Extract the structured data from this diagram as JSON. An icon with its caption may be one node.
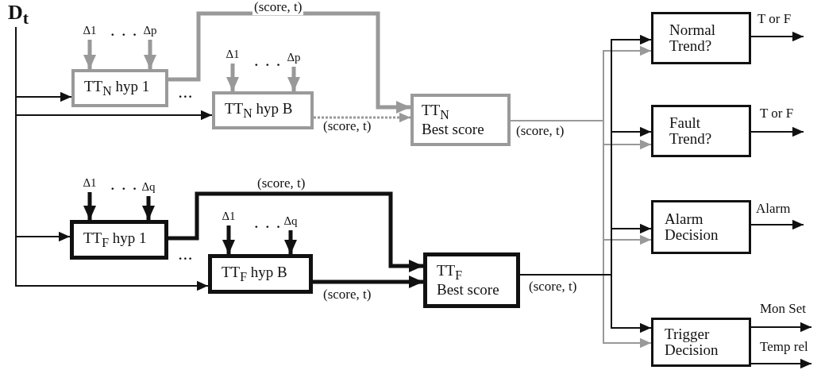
{
  "diagram": {
    "nodes": [
      {
        "text": [
          "D$_{t}$"
        ]
      },
      {
        "text": [
          "Δ1"
        ]
      },
      {
        "text": [
          "Δp"
        ]
      },
      {
        "text": [
          "TT$_{N}$ hyp 1"
        ]
      },
      {
        "text": [
          "Δ1"
        ]
      },
      {
        "text": [
          "Δp"
        ]
      },
      {
        "text": [
          "TT$_{N}$ hyp B"
        ]
      },
      {
        "text": [
          "TT$_{N}$",
          "Best score"
        ]
      },
      {
        "text": [
          "Normal Trend?"
        ]
      },
      {
        "text": [
          "Fault Trend?"
        ]
      },
      {
        "text": [
          "Δ1"
        ]
      },
      {
        "text": [
          "Δq"
        ]
      },
      {
        "text": [
          "TT$_{F}$ hyp 1"
        ]
      },
      {
        "text": [
          "Δ1"
        ]
      },
      {
        "text": [
          "Δq"
        ]
      },
      {
        "text": [
          "TT$_{F}$ hyp B"
        ]
      },
      {
        "text": [
          "TT$_{F}$",
          "Best score"
        ]
      },
      {
        "text": [
          "Alarm Decision"
        ]
      },
      {
        "text": [
          "Trigger Decision"
        ]
      }
    ],
    "edges": [
      {
        "from": 0,
        "to": 3,
        "arrow": "to"
      },
      {
        "from": 0,
        "to": 6,
        "arrow": "to"
      },
      {
        "from": 0,
        "to": 12,
        "arrow": "to"
      },
      {
        "from": 0,
        "to": 15,
        "arrow": "to"
      },
      {
        "from": 1,
        "to": 3,
        "arrow": "to",
        "style": "thick",
        "color": "#999999"
      },
      {
        "from": 2,
        "to": 3,
        "arrow": "to",
        "style": "thick",
        "color": "#999999"
      },
      {
        "from": 4,
        "to": 6,
        "arrow": "to",
        "style": "thick",
        "color": "#999999"
      },
      {
        "from": 5,
        "to": 6,
        "arrow": "to",
        "style": "thick",
        "color": "#999999"
      },
      {
        "from": 3,
        "to": 7,
        "arrow": "to",
        "label": "(score, t)",
        "style": "thick",
        "color": "#999999"
      },
      {
        "from": 6,
        "to": 7,
        "arrow": "to",
        "label": "(score, t)",
        "style": "dashed",
        "color": "#999999"
      },
      {
        "from": 10,
        "to": 12,
        "arrow": "to",
        "style": "thick"
      },
      {
        "from": 11,
        "to": 12,
        "arrow": "to",
        "style": "thick"
      },
      {
        "from": 13,
        "to": 15,
        "arrow": "to",
        "style": "thick"
      },
      {
        "from": 14,
        "to": 15,
        "arrow": "to",
        "style": "thick"
      },
      {
        "from": 12,
        "to": 16,
        "arrow": "to",
        "label": "(score, t)",
        "style": "thick"
      },
      {
        "from": 15,
        "to": 16,
        "arrow": "to",
        "label": "(score, t)",
        "style": "thick"
      },
      {
        "from": 7,
        "to": 8,
        "arrow": "to",
        "label": "(score, t)",
        "color": "#999999"
      },
      {
        "from": 7,
        "to": 9,
        "arrow": "to",
        "color": "#999999"
      },
      {
        "from": 7,
        "to": 17,
        "arrow": "to",
        "color": "#999999"
      },
      {
        "from": 7,
        "to": 18,
        "arrow": "to",
        "color": "#999999"
      },
      {
        "from": 16,
        "to": 8,
        "arrow": "to",
        "label": "(score, t)"
      },
      {
        "from": 16,
        "to": 9,
        "arrow": "to"
      },
      {
        "from": 16,
        "to": 17,
        "arrow": "to"
      },
      {
        "from": 16,
        "to": 18,
        "arrow": "to"
      },
      {
        "from": 8,
        "to": null,
        "arrow": "to",
        "label": "T or F"
      },
      {
        "from": 9,
        "to": null,
        "arrow": "to",
        "label": "T or F"
      },
      {
        "from": 17,
        "to": null,
        "arrow": "to",
        "label": "Alarm"
      },
      {
        "from": 18,
        "to": null,
        "arrow": "to",
        "label": "Mon Set"
      },
      {
        "from": 18,
        "to": null,
        "arrow": "to",
        "label": "Temp rel"
      }
    ],
    "labels": [
      "· · ·",
      "...",
      "· · ·",
      "· · ·",
      "...",
      "· · ·"
    ]
  }
}
